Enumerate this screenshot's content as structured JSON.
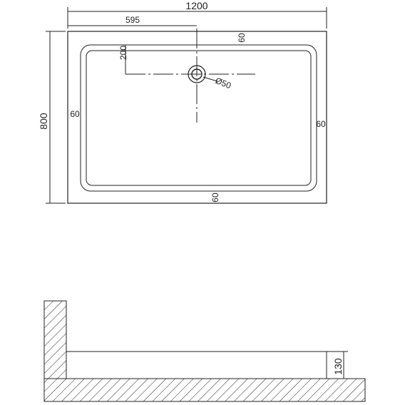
{
  "plan_view": {
    "overall_width_label": "1200",
    "overall_depth_label": "800",
    "drain_offset_x_label": "595",
    "drain_offset_y_label": "200",
    "drain_diameter_label": "Ø50",
    "rim_top_label": "60",
    "rim_left_label": "60",
    "rim_right_label": "60",
    "rim_bottom_label": "60"
  },
  "section_view": {
    "height_label": "130"
  },
  "colors": {
    "line": "#222222",
    "background": "#ffffff"
  }
}
